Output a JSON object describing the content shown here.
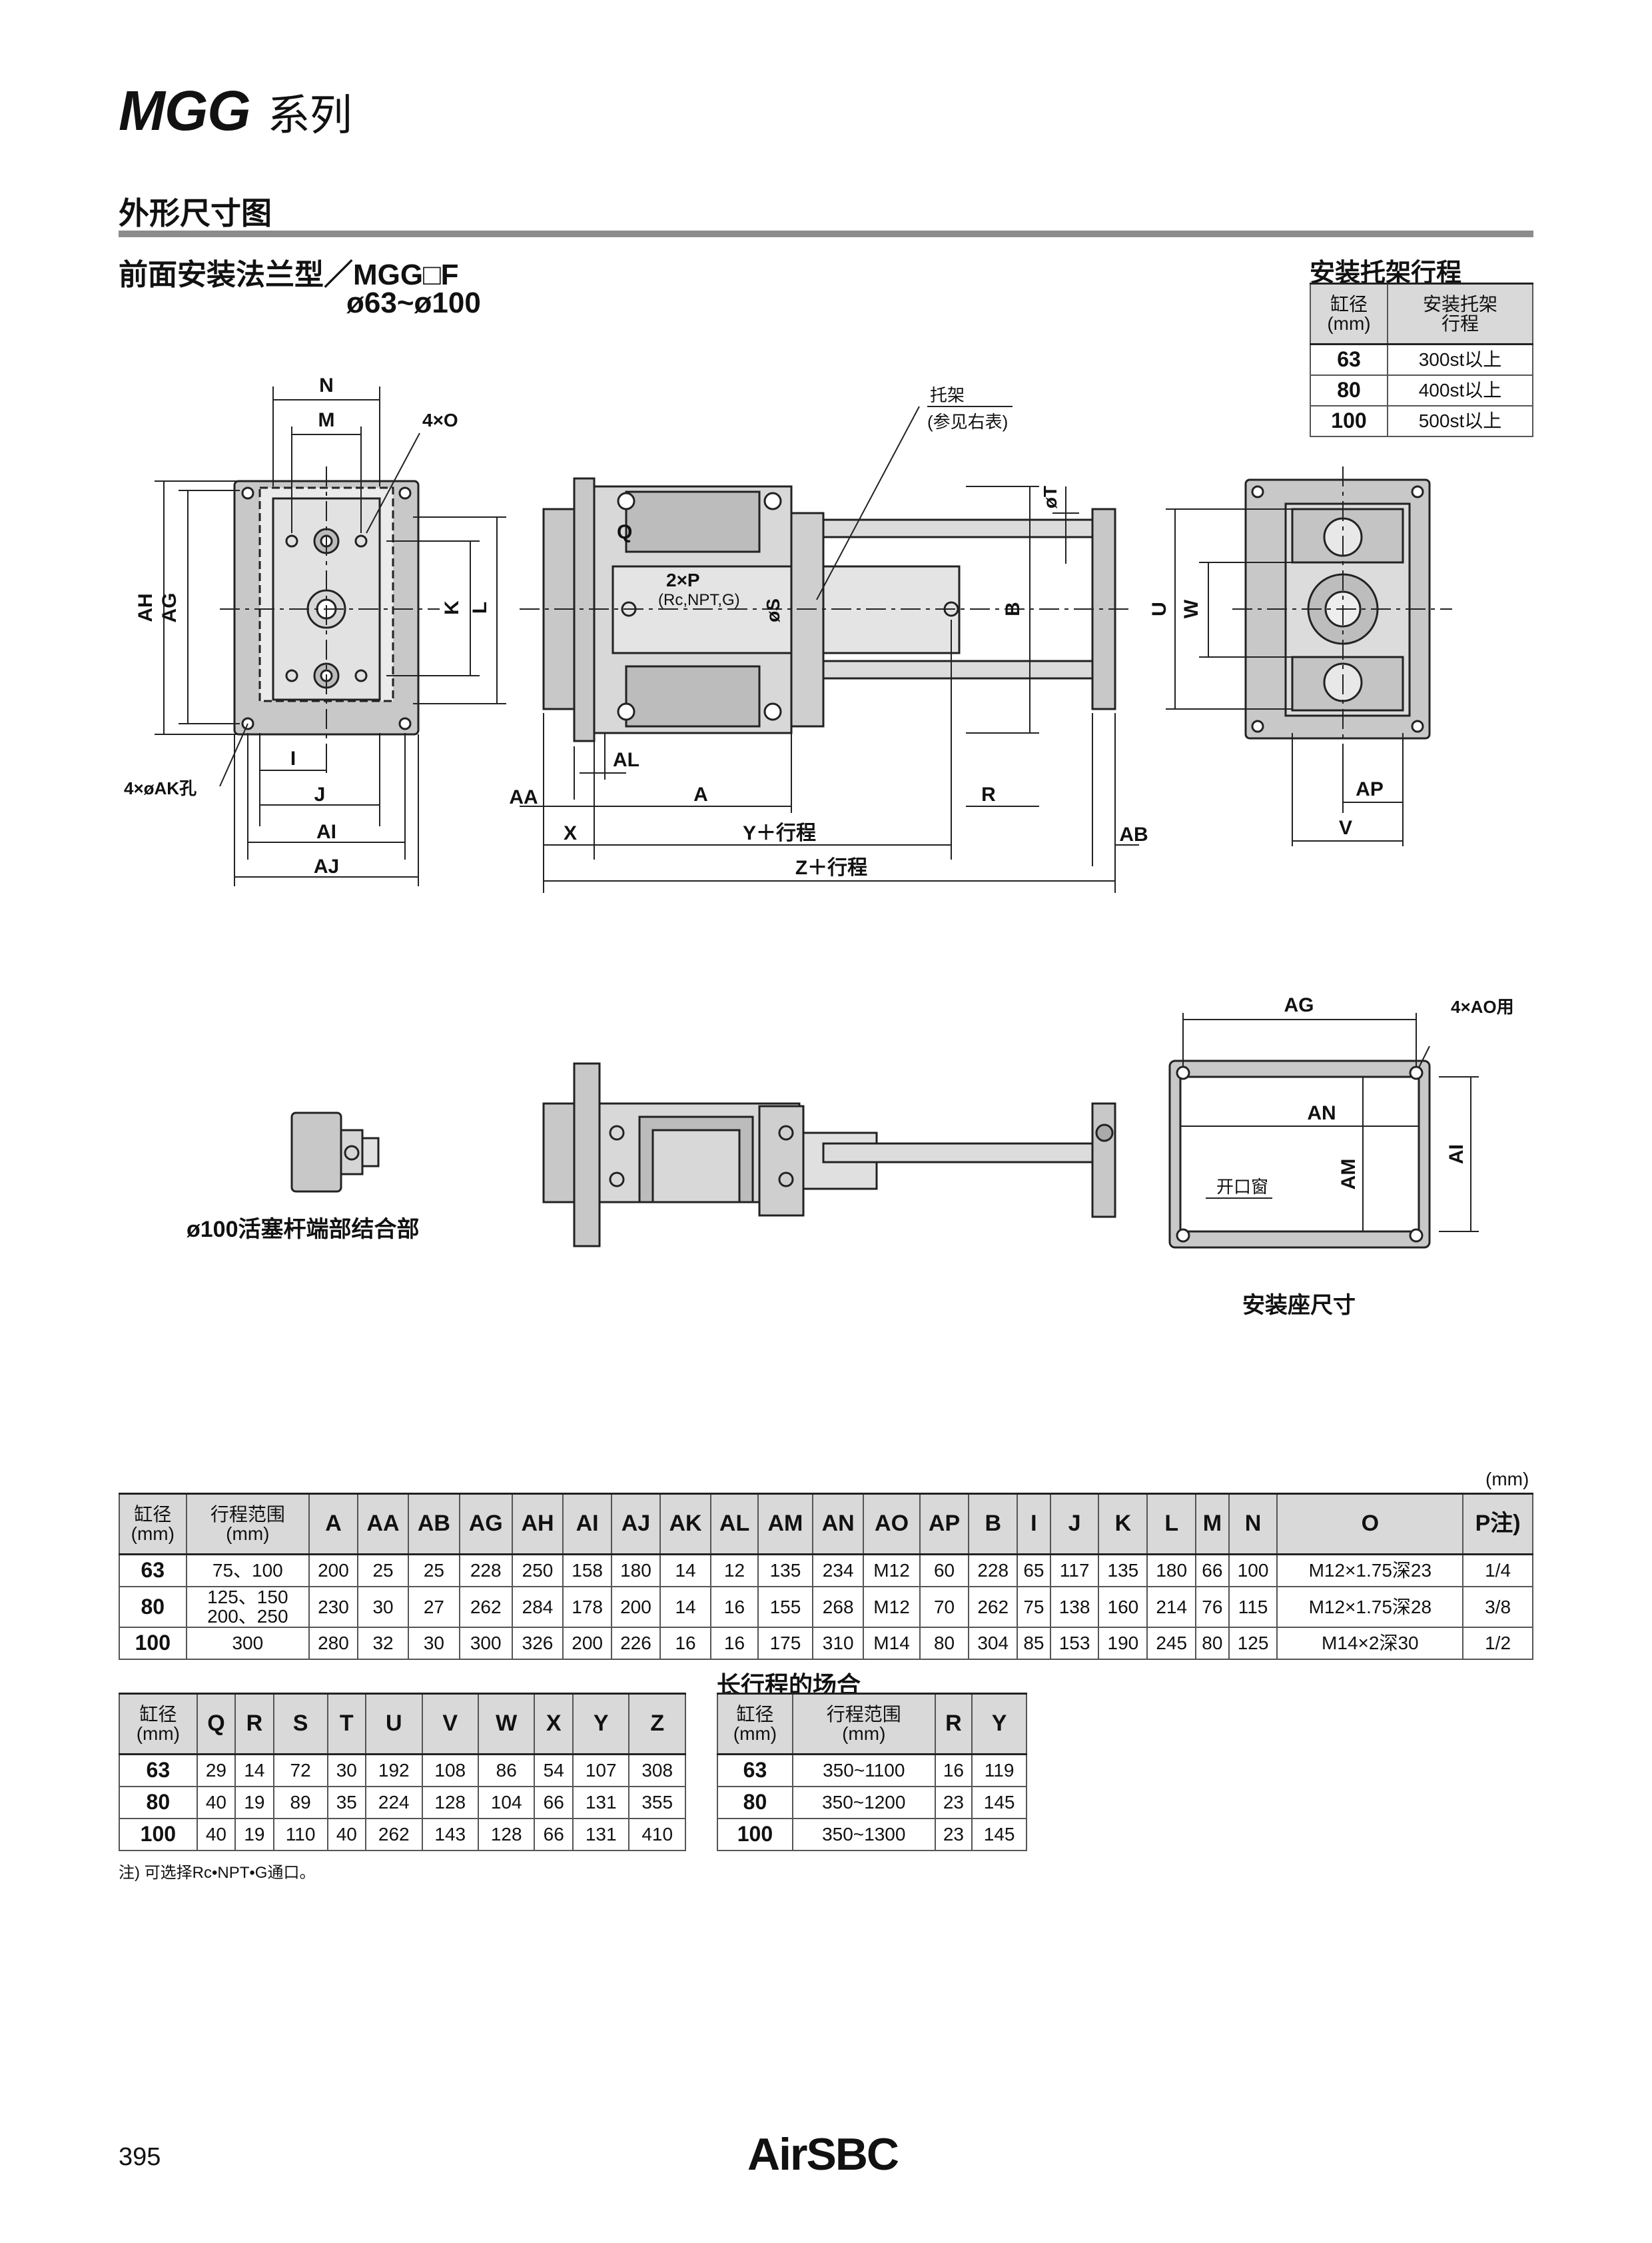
{
  "header": {
    "series": "MGG",
    "series_suffix": "系列"
  },
  "section": {
    "title": "外形尺寸图"
  },
  "subtitle": {
    "type": "前面安装法兰型／MGG□F",
    "range": "ø63~ø100"
  },
  "bracket_table": {
    "title": "安装托架行程",
    "headers": [
      "缸径\n(mm)",
      "安装托架\n行程"
    ],
    "rows": [
      [
        "63",
        "300st以上"
      ],
      [
        "80",
        "400st以上"
      ],
      [
        "100",
        "500st以上"
      ]
    ]
  },
  "drawing": {
    "label_n": "N",
    "label_m": "M",
    "label_4o": "4×O",
    "label_ah": "AH",
    "label_ag": "AG",
    "label_k": "K",
    "label_l": "L",
    "label_i": "I",
    "label_j": "J",
    "label_ai": "AI",
    "label_aj": "AJ",
    "label_4ak": "4×øAK孔",
    "bracket_note": "托架",
    "bracket_note2": "(参见右表)",
    "label_q": "Q",
    "label_2p": "2×P",
    "label_port": "(Rc,NPT,G)",
    "label_s": "øS",
    "label_t": "øT",
    "label_b": "B",
    "label_al": "AL",
    "label_aa": "AA",
    "label_a": "A",
    "label_r": "R",
    "label_x": "X",
    "label_y": "Y＋行程",
    "label_z": "Z＋行程",
    "label_ab": "AB",
    "label_u": "U",
    "label_w": "W",
    "label_ap": "AP",
    "label_v": "V",
    "label_ag2": "AG",
    "label_4ao": "4×AO用",
    "label_an": "AN",
    "label_am": "AM",
    "label_ai2": "AI",
    "label_window": "开口窗",
    "caption_rod": "ø100活塞杆端部结合部",
    "caption_mount": "安装座尺寸"
  },
  "unit_note": "(mm)",
  "main_table": {
    "headers": [
      "缸径\n(mm)",
      "行程范围\n(mm)",
      "A",
      "AA",
      "AB",
      "AG",
      "AH",
      "AI",
      "AJ",
      "AK",
      "AL",
      "AM",
      "AN",
      "AO",
      "AP",
      "B",
      "I",
      "J",
      "K",
      "L",
      "M",
      "N",
      "O",
      "P注)"
    ],
    "rows": [
      [
        "63",
        "75、100",
        "200",
        "25",
        "25",
        "228",
        "250",
        "158",
        "180",
        "14",
        "12",
        "135",
        "234",
        "M12",
        "60",
        "228",
        "65",
        "117",
        "135",
        "180",
        "66",
        "100",
        "M12×1.75深23",
        "1/4"
      ],
      [
        "80",
        "125、150\n200、250",
        "230",
        "30",
        "27",
        "262",
        "284",
        "178",
        "200",
        "14",
        "16",
        "155",
        "268",
        "M12",
        "70",
        "262",
        "75",
        "138",
        "160",
        "214",
        "76",
        "115",
        "M12×1.75深28",
        "3/8"
      ],
      [
        "100",
        "300",
        "280",
        "32",
        "30",
        "300",
        "326",
        "200",
        "226",
        "16",
        "16",
        "175",
        "310",
        "M14",
        "80",
        "304",
        "85",
        "153",
        "190",
        "245",
        "80",
        "125",
        "M14×2深30",
        "1/2"
      ]
    ]
  },
  "table2": {
    "headers": [
      "缸径\n(mm)",
      "Q",
      "R",
      "S",
      "T",
      "U",
      "V",
      "W",
      "X",
      "Y",
      "Z"
    ],
    "rows": [
      [
        "63",
        "29",
        "14",
        "72",
        "30",
        "192",
        "108",
        "86",
        "54",
        "107",
        "308"
      ],
      [
        "80",
        "40",
        "19",
        "89",
        "35",
        "224",
        "128",
        "104",
        "66",
        "131",
        "355"
      ],
      [
        "100",
        "40",
        "19",
        "110",
        "40",
        "262",
        "143",
        "128",
        "66",
        "131",
        "410"
      ]
    ]
  },
  "long_stroke": {
    "title": "长行程的场合",
    "headers": [
      "缸径\n(mm)",
      "行程范围\n(mm)",
      "R",
      "Y"
    ],
    "rows": [
      [
        "63",
        "350~1100",
        "16",
        "119"
      ],
      [
        "80",
        "350~1200",
        "23",
        "145"
      ],
      [
        "100",
        "350~1300",
        "23",
        "145"
      ]
    ]
  },
  "footnote": "注) 可选择Rc•NPT•G通口。",
  "footer": {
    "page": "395",
    "logo": "AirSBC"
  }
}
